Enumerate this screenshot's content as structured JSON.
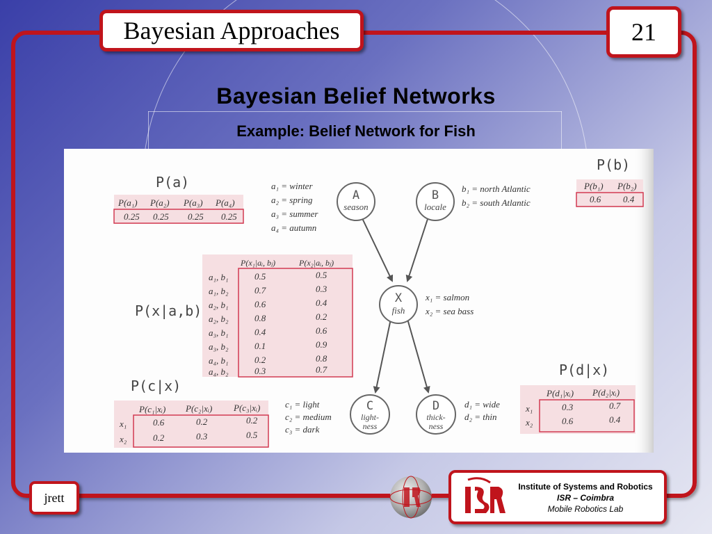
{
  "slide": {
    "title": "Bayesian Approaches",
    "number": "21",
    "heading": "Bayesian Belief Networks",
    "subheading": "Example: Belief Network for Fish",
    "author": "jrett",
    "institute": {
      "line1": "Institute of Systems and Robotics",
      "line2": "ISR – Coimbra",
      "line3": "Mobile Robotics Lab"
    },
    "colors": {
      "frame": "#c0141c",
      "table_fill": "#f6dfe2",
      "table_border": "#d23a52"
    }
  },
  "figure": {
    "nodes": {
      "A": {
        "letter": "A",
        "name": "season"
      },
      "B": {
        "letter": "B",
        "name": "locale"
      },
      "X": {
        "letter": "X",
        "name": "fish"
      },
      "C": {
        "letter": "C",
        "name1": "light-",
        "name2": "ness"
      },
      "D": {
        "letter": "D",
        "name1": "thick-",
        "name2": "ness"
      }
    },
    "a_values": [
      "a₁ = winter",
      "a₂ = spring",
      "a₃ = summer",
      "a₄ = autumn"
    ],
    "b_values": [
      "b₁ = north Atlantic",
      "b₂ = south Atlantic"
    ],
    "x_values": [
      "x₁ = salmon",
      "x₂ = sea bass"
    ],
    "c_values": [
      "c₁ = light",
      "c₂ = medium",
      "c₃ = dark"
    ],
    "d_values": [
      "d₁ = wide",
      "d₂ = thin"
    ],
    "pa": {
      "label": "P(a)",
      "headers": [
        "P(a₁)",
        "P(a₂)",
        "P(a₃)",
        "P(a₄)"
      ],
      "values": [
        "0.25",
        "0.25",
        "0.25",
        "0.25"
      ]
    },
    "pb": {
      "label": "P(b)",
      "headers": [
        "P(b₁)",
        "P(b₂)"
      ],
      "values": [
        "0.6",
        "0.4"
      ]
    },
    "pxab": {
      "label": "P(x|a,b)",
      "headers": [
        "P(x₁|aᵢ, bⱼ)",
        "P(x₂|aᵢ, bⱼ)"
      ],
      "rows": [
        {
          "cond": "a₁, b₁",
          "v1": "0.5",
          "v2": "0.5"
        },
        {
          "cond": "a₁, b₂",
          "v1": "0.7",
          "v2": "0.3"
        },
        {
          "cond": "a₂, b₁",
          "v1": "0.6",
          "v2": "0.4"
        },
        {
          "cond": "a₂, b₂",
          "v1": "0.8",
          "v2": "0.2"
        },
        {
          "cond": "a₃, b₁",
          "v1": "0.4",
          "v2": "0.6"
        },
        {
          "cond": "a₃, b₂",
          "v1": "0.1",
          "v2": "0.9"
        },
        {
          "cond": "a₄, b₁",
          "v1": "0.2",
          "v2": "0.8"
        },
        {
          "cond": "a₄, b₂",
          "v1": "0.3",
          "v2": "0.7"
        }
      ]
    },
    "pcx": {
      "label": "P(c|x)",
      "headers": [
        "P(c₁|xᵢ)",
        "P(c₂|xᵢ)",
        "P(c₃|xᵢ)"
      ],
      "rows": [
        {
          "cond": "x₁",
          "vals": [
            "0.6",
            "0.2",
            "0.2"
          ]
        },
        {
          "cond": "x₂",
          "vals": [
            "0.2",
            "0.3",
            "0.5"
          ]
        }
      ]
    },
    "pdx": {
      "label": "P(d|x)",
      "headers": [
        "P(d₁|xᵢ)",
        "P(d₂|xᵢ)"
      ],
      "rows": [
        {
          "cond": "x₁",
          "vals": [
            "0.3",
            "0.7"
          ]
        },
        {
          "cond": "x₂",
          "vals": [
            "0.6",
            "0.4"
          ]
        }
      ]
    }
  }
}
